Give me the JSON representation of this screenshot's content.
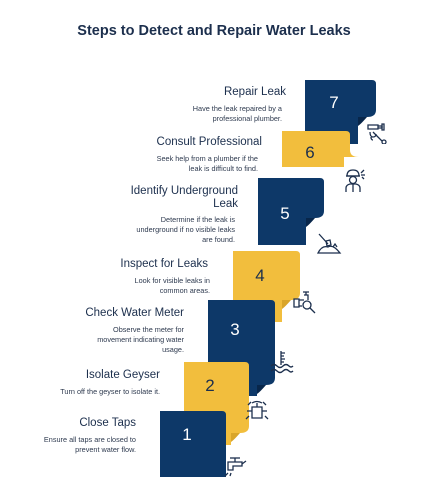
{
  "title": "Steps to Detect and Repair Water Leaks",
  "colors": {
    "navy": "#0d3868",
    "gold": "#f2be3d",
    "text": "#1c2f4d"
  },
  "steps": [
    {
      "number": "1",
      "title": "Close Taps",
      "description": "Ensure all taps are closed to prevent water flow.",
      "icon": "faucet-icon",
      "color": "navy"
    },
    {
      "number": "2",
      "title": "Isolate Geyser",
      "description": "Turn off the geyser to isolate it.",
      "icon": "valve-icon",
      "color": "gold"
    },
    {
      "number": "3",
      "title": "Check Water Meter",
      "description": "Observe the meter for movement indicating water usage.",
      "icon": "water-level-icon",
      "color": "navy"
    },
    {
      "number": "4",
      "title": "Inspect for Leaks",
      "description": "Look for visible leaks in common areas.",
      "icon": "pipe-inspect-icon",
      "color": "gold"
    },
    {
      "number": "5",
      "title": "Identify Underground Leak",
      "description": "Determine if the leak is underground if no visible leaks are found.",
      "icon": "digging-icon",
      "color": "navy"
    },
    {
      "number": "6",
      "title": "Consult Professional",
      "description": "Seek help from a plumber if the leak is difficult to find.",
      "icon": "plumber-icon",
      "color": "gold"
    },
    {
      "number": "7",
      "title": "Repair Leak",
      "description": "Have the leak repaired by a professional plumber.",
      "icon": "pipe-wrench-icon",
      "color": "navy"
    }
  ]
}
